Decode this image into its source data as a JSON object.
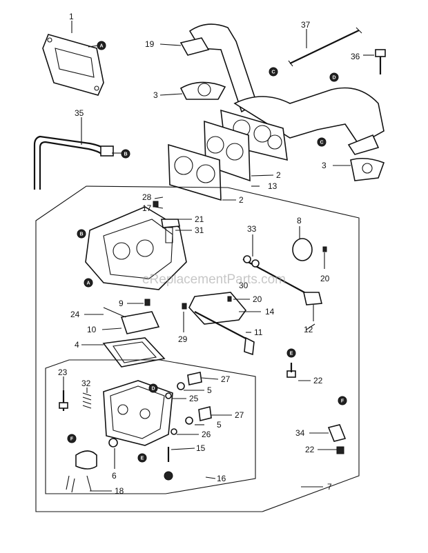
{
  "diagram": {
    "watermark": "eReplacementParts.com",
    "part_numbers": [
      "1",
      "2",
      "2",
      "3",
      "3",
      "4",
      "5",
      "5",
      "6",
      "7",
      "8",
      "9",
      "10",
      "11",
      "12",
      "13",
      "14",
      "15",
      "16",
      "17",
      "18",
      "19",
      "20",
      "20",
      "21",
      "22",
      "22",
      "23",
      "24",
      "25",
      "26",
      "27",
      "27",
      "28",
      "29",
      "30",
      "31",
      "32",
      "33",
      "34",
      "35",
      "36",
      "37"
    ],
    "reference_markers": [
      "A",
      "A",
      "B",
      "B",
      "C",
      "C",
      "D",
      "D",
      "E",
      "E",
      "F",
      "F"
    ]
  }
}
